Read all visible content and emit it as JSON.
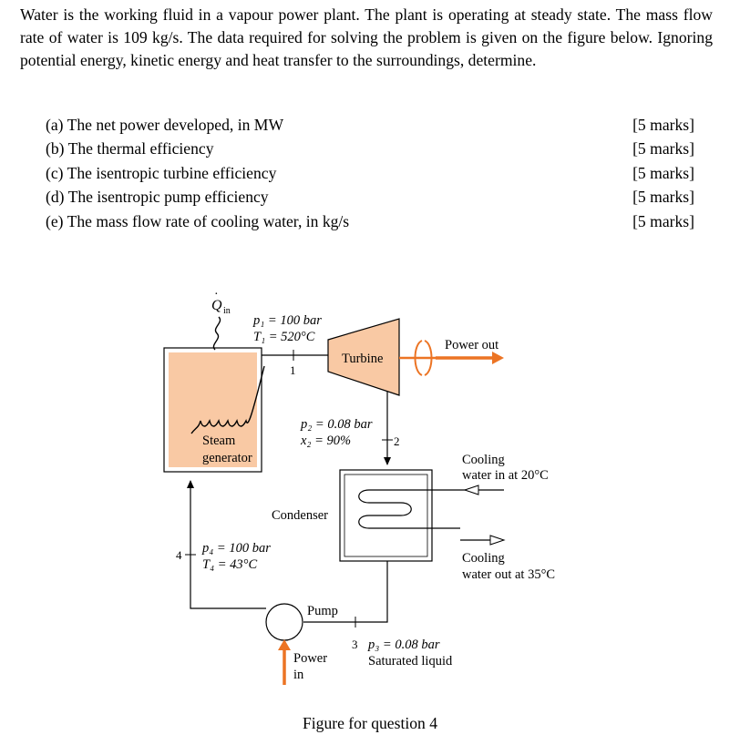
{
  "problem": {
    "intro": "Water is the working fluid in a vapour power plant. The plant is operating at steady state. The mass flow rate of water is 109 kg/s. The data required for solving the problem is given on the figure below. Ignoring potential energy, kinetic energy and heat transfer to the surroundings, determine.",
    "questions": [
      {
        "text": "(a) The net power developed, in MW",
        "marks": "[5 marks]"
      },
      {
        "text": "(b) The thermal efficiency",
        "marks": "[5 marks]"
      },
      {
        "text": "(c) The isentropic turbine efficiency",
        "marks": "[5 marks]"
      },
      {
        "text": "(d) The isentropic pump efficiency",
        "marks": "[5 marks]"
      },
      {
        "text": "(e) The mass flow rate of cooling water, in kg/s",
        "marks": "[5 marks]"
      }
    ]
  },
  "figure": {
    "q_in": "Q",
    "q_in_sub": "in",
    "state1_p": "p₁ = 100 bar",
    "state1_t": "T₁ = 520°C",
    "state1_num": "1",
    "turbine": "Turbine",
    "power_out": "Power out",
    "steam_gen_line1": "Steam",
    "steam_gen_line2": "generator",
    "state2_p": "p₂ = 0.08 bar",
    "state2_x": "x₂ = 90%",
    "state2_num": "2",
    "cooling_in_line1": "Cooling",
    "cooling_in_line2": "water in at 20°C",
    "condenser": "Condenser",
    "state4_num": "4",
    "state4_p": "p₄ = 100 bar",
    "state4_t": "T₄ = 43°C",
    "cooling_out_line1": "Cooling",
    "cooling_out_line2": "water out at 35°C",
    "pump": "Pump",
    "state3_num": "3",
    "state3_p": "p₃ = 0.08 bar",
    "state3_desc": "Saturated liquid",
    "power_in_line1": "Power",
    "power_in_line2": "in",
    "caption": "Figure for question 4",
    "colors": {
      "steam_gen_fill": "#f9c9a4",
      "turbine_fill": "#f9c9a4",
      "arrow_orange": "#ec7424",
      "line": "#000000"
    }
  }
}
